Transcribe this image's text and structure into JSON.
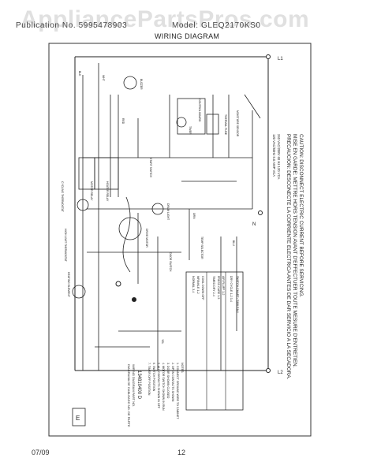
{
  "watermark": "AppliancePartsPros.com",
  "header": {
    "left_text": "Publication No. 5995478903",
    "right_text": "Model: GLEQ2170KS0",
    "subtitle": "WIRING DIAGRAM"
  },
  "footer": {
    "date": "07/09",
    "page": "12"
  },
  "diagram": {
    "terminals": {
      "l1": "L1",
      "l2": "L2",
      "n": "N"
    },
    "caution": [
      "CAUTION: DISCONNECT ELECTRIC CURRENT BEFORE SERVICING.",
      "MISE EN GARDE: METTRE HORS TENSION AVANT D'EFFECTUER TOUTE MESURE D'ENTRETIEN.",
      "PRECAUCION: DESCONECTE LA CORRIENTE ELECTRICA ANTES DE DAR SERVICIO A LA SECADORA."
    ],
    "ratings": [
      "240 VAC/208V 60 Hz 120 VCA",
      "120 VAC/60Hz 5.0 AMP VCA"
    ],
    "part_no": "134810400 D",
    "wiring_title": "WIRING DIAGRAM PART NO.",
    "wiring_subtitle": "DIAGRAMA DE CABLEADO NO. DE PARTE",
    "component_labels": [
      "MOTOR RELAY",
      "HEATER RELAY",
      "TIMER",
      "DRIVE MOTOR",
      "DOOR SWITCH",
      "START SWITCH",
      "BUZZER",
      "DRUM LIGHT",
      "CYCLING THERMOSTAT",
      "HIGH LIMIT THERMOSTAT",
      "HEATING ELEMENT",
      "THERMAL FUSE",
      "MOISTURE SENSOR",
      "TEMP SELECTOR",
      "CONTROL BOARD",
      "BLK",
      "WHT",
      "RED",
      "ORN",
      "BLU",
      "YEL"
    ],
    "legend_box_title": "SWITCH CHART / TABLEAU",
    "legend_rows": [
      "DRY CYCLE   1-2  3-4",
      "AIR FLUFF   1-2",
      "PRESS CARE  1-3",
      "TIMED DRY   2-4",
      "COOL DOWN   OFF",
      "WRINKLE     1-2",
      "NORMAL      3-4"
    ],
    "notes_title": "NOTES:",
    "notes": [
      "1. CONNECT GROUND WIRE TO CABINET",
      "2. OPEN CONTACTS SHOWN",
      "3. DOOR SHOWN CLOSED",
      "4. MOTOR SWITCH SHOWN IN RUN",
      "5. ALL CONTACTS SHOWN IN OFF",
      "6. SWITCH POSITION",
      "7. TIMER OFF POSITION"
    ],
    "box_marker": "E"
  }
}
